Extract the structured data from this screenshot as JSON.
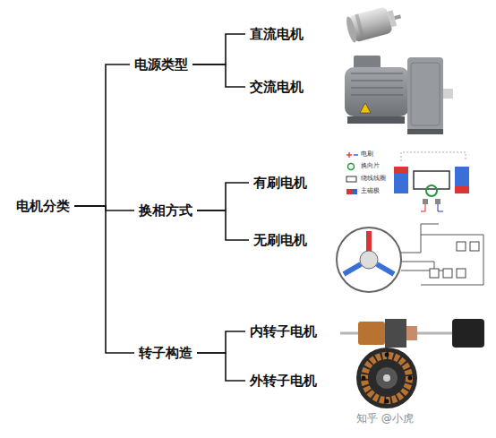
{
  "diagram": {
    "nodes": [
      {
        "text": [
          "电机分类"
        ]
      },
      {
        "text": [
          "电源类型"
        ]
      },
      {
        "text": [
          "直流电机"
        ]
      },
      {
        "text": [
          "交流电机"
        ]
      },
      {
        "text": [
          "换相方式"
        ]
      },
      {
        "text": [
          "有刷电机"
        ]
      },
      {
        "text": [
          "无刷电机"
        ]
      },
      {
        "text": [
          "转子构造"
        ]
      },
      {
        "text": [
          "内转子电机"
        ]
      },
      {
        "text": [
          "外转子电机"
        ]
      }
    ],
    "edges": [
      {
        "from": 0,
        "to": 1,
        "arrow": "none"
      },
      {
        "from": 0,
        "to": 4,
        "arrow": "none"
      },
      {
        "from": 0,
        "to": 7,
        "arrow": "none"
      },
      {
        "from": 1,
        "to": 2,
        "arrow": "none"
      },
      {
        "from": 1,
        "to": 3,
        "arrow": "none"
      },
      {
        "from": 4,
        "to": 5,
        "arrow": "none"
      },
      {
        "from": 4,
        "to": 6,
        "arrow": "none"
      },
      {
        "from": 7,
        "to": 8,
        "arrow": "none"
      },
      {
        "from": 7,
        "to": 9,
        "arrow": "none"
      }
    ],
    "labels": [
      "电刷",
      "换向片",
      "绕线线圈",
      "主磁极",
      "知乎 @小虎"
    ]
  }
}
